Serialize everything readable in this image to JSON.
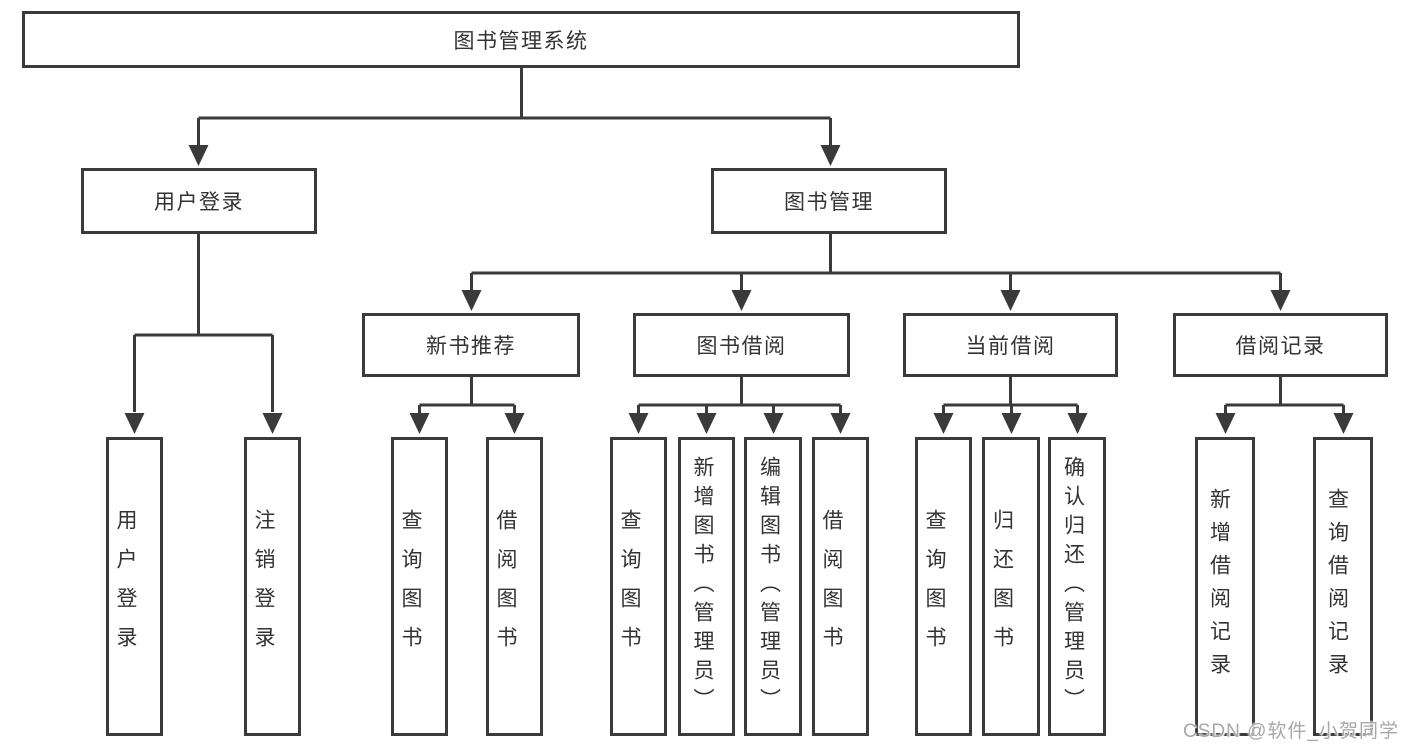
{
  "tree": {
    "label": "图书管理系统",
    "children": [
      {
        "label": "用户登录",
        "children": [
          {
            "label": "用户登录"
          },
          {
            "label": "注销登录"
          }
        ]
      },
      {
        "label": "图书管理",
        "children": [
          {
            "label": "新书推荐",
            "children": [
              {
                "label": "查询图书"
              },
              {
                "label": "借阅图书"
              }
            ]
          },
          {
            "label": "图书借阅",
            "children": [
              {
                "label": "查询图书"
              },
              {
                "label": "新增图书（管理员）"
              },
              {
                "label": "编辑图书（管理员）"
              },
              {
                "label": "借阅图书"
              }
            ]
          },
          {
            "label": "当前借阅",
            "children": [
              {
                "label": "查询图书"
              },
              {
                "label": "归还图书"
              },
              {
                "label": "确认归还（管理员）"
              }
            ]
          },
          {
            "label": "借阅记录",
            "children": [
              {
                "label": "新增借阅记录"
              },
              {
                "label": "查询借阅记录"
              }
            ]
          }
        ]
      }
    ]
  },
  "watermark": {
    "text": "CSDN @软件_小贺同学"
  },
  "colors": {
    "line": "#3a3a3a",
    "box_border": "#3a3a3a",
    "text": "#333333",
    "background": "#ffffff",
    "watermark": "#a8a8a8"
  }
}
